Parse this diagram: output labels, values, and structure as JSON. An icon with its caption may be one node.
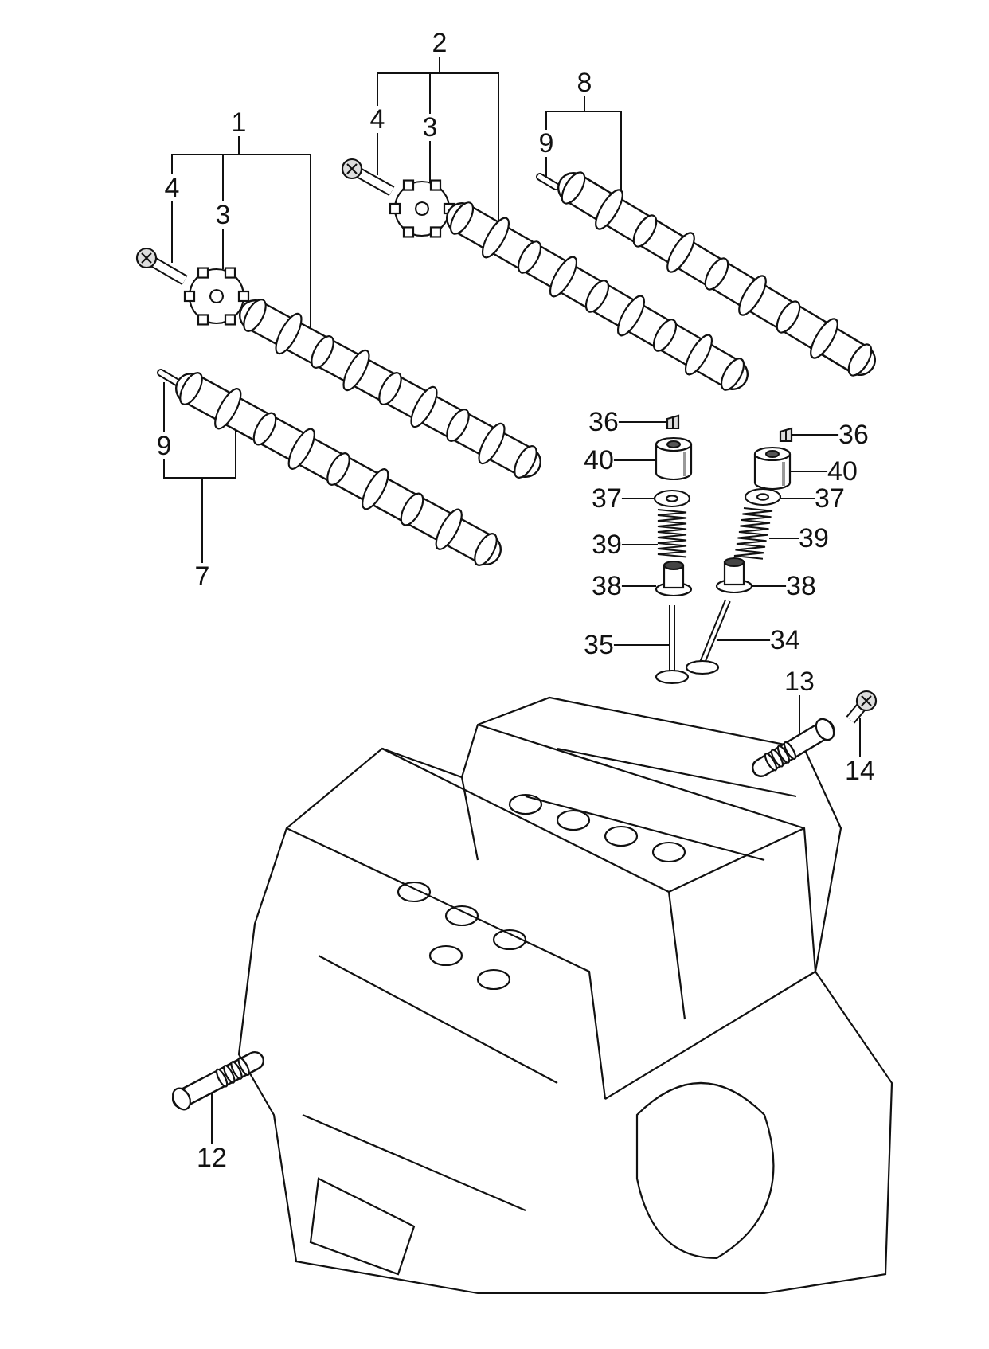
{
  "diagram": {
    "nodes": [
      {
        "text": [
          "2"
        ]
      },
      {
        "text": [
          "8"
        ]
      },
      {
        "text": [
          "4"
        ]
      },
      {
        "text": [
          "3"
        ]
      },
      {
        "text": [
          "9"
        ]
      },
      {
        "text": [
          "1"
        ]
      },
      {
        "text": [
          "4"
        ]
      },
      {
        "text": [
          "3"
        ]
      },
      {
        "text": [
          "9"
        ]
      },
      {
        "text": [
          "7"
        ]
      },
      {
        "text": [
          "36"
        ]
      },
      {
        "text": [
          "36"
        ]
      },
      {
        "text": [
          "40"
        ]
      },
      {
        "text": [
          "40"
        ]
      },
      {
        "text": [
          "37"
        ]
      },
      {
        "text": [
          "37"
        ]
      },
      {
        "text": [
          "39"
        ]
      },
      {
        "text": [
          "39"
        ]
      },
      {
        "text": [
          "38"
        ]
      },
      {
        "text": [
          "38"
        ]
      },
      {
        "text": [
          "35"
        ]
      },
      {
        "text": [
          "34"
        ]
      },
      {
        "text": [
          "13"
        ]
      },
      {
        "text": [
          "14"
        ]
      },
      {
        "text": [
          "12"
        ]
      },
      {
        "text": [],
        "shape": "picture"
      },
      {
        "text": [],
        "shape": "picture"
      },
      {
        "text": [],
        "shape": "picture"
      },
      {
        "text": [],
        "shape": "picture"
      },
      {
        "text": [],
        "shape": "picture"
      },
      {
        "text": [],
        "shape": "picture"
      },
      {
        "text": [],
        "shape": "picture"
      },
      {
        "text": [],
        "shape": "picture"
      },
      {
        "text": [],
        "shape": "picture"
      },
      {
        "text": [],
        "shape": "picture"
      },
      {
        "text": [],
        "shape": "picture"
      },
      {
        "text": [],
        "shape": "picture"
      },
      {
        "text": [],
        "shape": "picture"
      },
      {
        "text": [],
        "shape": "picture"
      },
      {
        "text": [],
        "shape": "picture"
      },
      {
        "text": [],
        "shape": "picture"
      },
      {
        "text": [],
        "shape": "picture"
      },
      {
        "text": [],
        "shape": "picture"
      },
      {
        "text": [],
        "shape": "picture"
      },
      {
        "text": [],
        "shape": "picture"
      },
      {
        "text": [],
        "shape": "picture"
      },
      {
        "text": [],
        "shape": "picture"
      },
      {
        "text": [],
        "shape": "picture"
      },
      {
        "text": [],
        "shape": "picture"
      },
      {
        "text": [],
        "shape": "picture"
      }
    ],
    "edges": [
      {
        "from": 0,
        "to": 2,
        "arrow": "none"
      },
      {
        "from": 0,
        "to": 3,
        "arrow": "none"
      },
      {
        "from": 0,
        "to": 32,
        "arrow": "none"
      },
      {
        "from": 2,
        "to": 30,
        "arrow": "none"
      },
      {
        "from": 3,
        "to": 31,
        "arrow": "none"
      },
      {
        "from": 1,
        "to": 4,
        "arrow": "none"
      },
      {
        "from": 1,
        "to": 34,
        "arrow": "none"
      },
      {
        "from": 4,
        "to": 33,
        "arrow": "none"
      },
      {
        "from": 5,
        "to": 6,
        "arrow": "none"
      },
      {
        "from": 5,
        "to": 7,
        "arrow": "none"
      },
      {
        "from": 5,
        "to": 27,
        "arrow": "none"
      },
      {
        "from": 6,
        "to": 25,
        "arrow": "none"
      },
      {
        "from": 7,
        "to": 26,
        "arrow": "none"
      },
      {
        "from": 9,
        "to": 8,
        "arrow": "none"
      },
      {
        "from": 9,
        "to": 29,
        "arrow": "none"
      },
      {
        "from": 8,
        "to": 28,
        "arrow": "none"
      },
      {
        "from": 10,
        "to": 35,
        "arrow": "none"
      },
      {
        "from": 11,
        "to": 36,
        "arrow": "none"
      },
      {
        "from": 12,
        "to": 37,
        "arrow": "none"
      },
      {
        "from": 13,
        "to": 38,
        "arrow": "none"
      },
      {
        "from": 14,
        "to": 39,
        "arrow": "none"
      },
      {
        "from": 15,
        "to": 40,
        "arrow": "none"
      },
      {
        "from": 16,
        "to": 41,
        "arrow": "none"
      },
      {
        "from": 17,
        "to": 42,
        "arrow": "none"
      },
      {
        "from": 18,
        "to": 43,
        "arrow": "none"
      },
      {
        "from": 19,
        "to": 44,
        "arrow": "none"
      },
      {
        "from": 20,
        "to": 45,
        "arrow": "none"
      },
      {
        "from": 21,
        "to": 46,
        "arrow": "none"
      },
      {
        "from": 22,
        "to": 47,
        "arrow": "none"
      },
      {
        "from": 23,
        "to": 48,
        "arrow": "none"
      },
      {
        "from": 24,
        "to": 49,
        "arrow": "none"
      }
    ]
  }
}
